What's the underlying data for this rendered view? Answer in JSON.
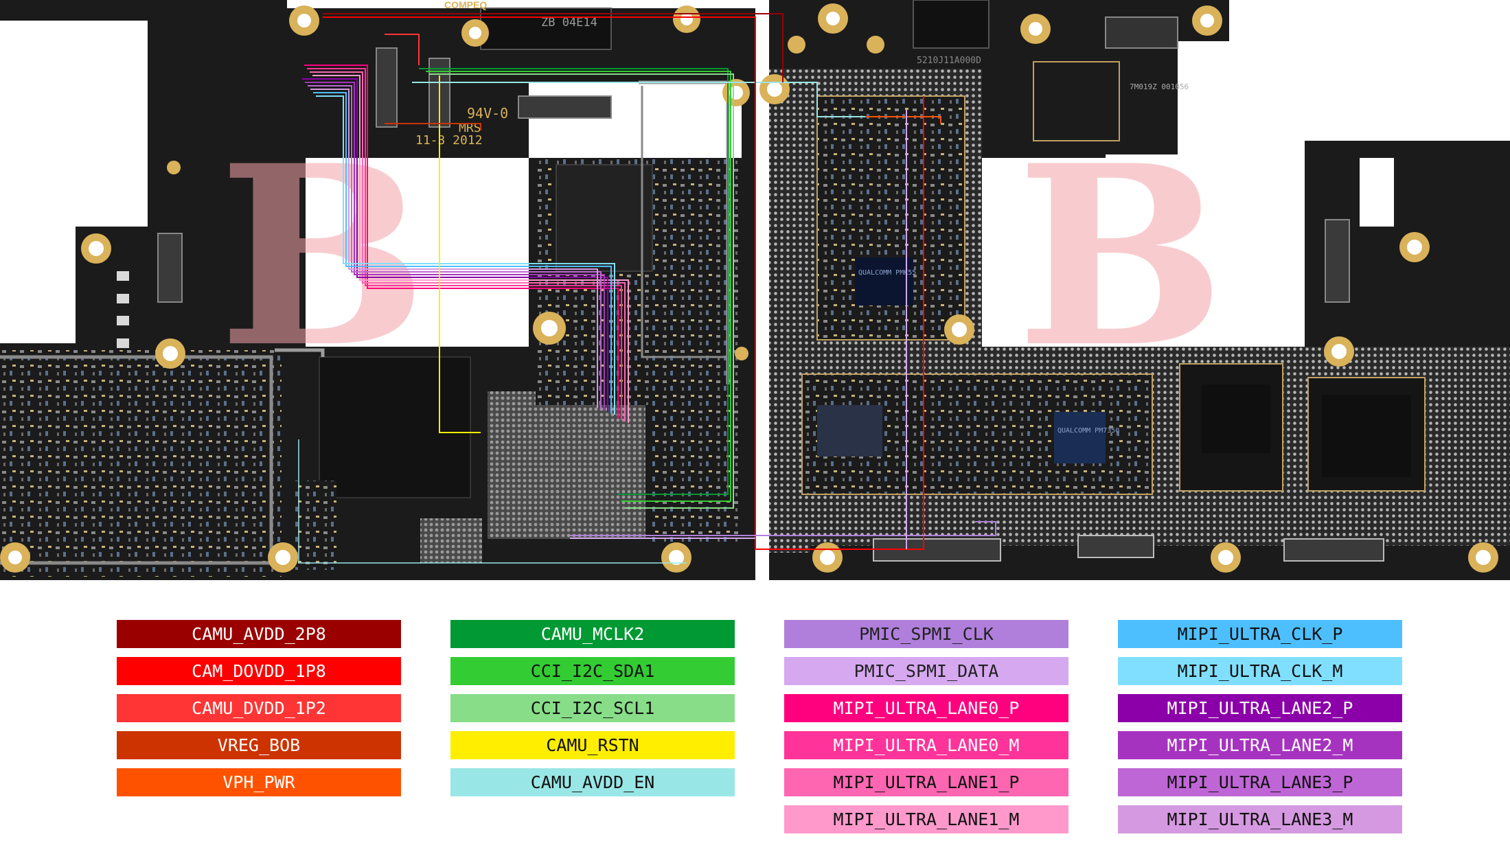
{
  "diagram": {
    "board_silkscreen": {
      "brand_mark": "COMPEQ",
      "chip_marking": "ZB 04E14",
      "rating": "94V-0",
      "mrs": "MRS",
      "date_code": "11-3 2012",
      "part_number": "5210J11A000D",
      "right_code": "7M019Z 001056",
      "ic_marking_1": "QUALCOMM PMK55",
      "ic_marking_2": "QUALCOMM PM7350"
    },
    "watermark_letters": [
      "B",
      "B"
    ],
    "colors": {
      "pcb": "#1b1b1b",
      "pcb_edge": "#3a3a3a",
      "gold": "#d9b25a",
      "silver": "#b8b8b8",
      "watermark": "#f4a3a8"
    },
    "legend": [
      [
        {
          "label": "CAMU_AVDD_2P8",
          "color": "#9b0000",
          "text_color": "#ffffff"
        },
        {
          "label": "CAM_DOVDD_1P8",
          "color": "#ff0000",
          "text_color": "#ffffff"
        },
        {
          "label": "CAMU_DVDD_1P2",
          "color": "#ff3535",
          "text_color": "#ffffff"
        },
        {
          "label": "VREG_BOB",
          "color": "#cc3300",
          "text_color": "#ffffff"
        },
        {
          "label": "VPH_PWR",
          "color": "#ff5200",
          "text_color": "#ffffff"
        }
      ],
      [
        {
          "label": "CAMU_MCLK2",
          "color": "#009933",
          "text_color": "#ffffff"
        },
        {
          "label": "CCI_I2C_SDA1",
          "color": "#33cc33",
          "text_color": "#111111"
        },
        {
          "label": "CCI_I2C_SCL1",
          "color": "#88dd88",
          "text_color": "#111111"
        },
        {
          "label": "CAMU_RSTN",
          "color": "#ffee00",
          "text_color": "#111111"
        },
        {
          "label": "CAMU_AVDD_EN",
          "color": "#99e6e6",
          "text_color": "#111111"
        }
      ],
      [
        {
          "label": "PMIC_SPMI_CLK",
          "color": "#b07fdc",
          "text_color": "#222222"
        },
        {
          "label": "PMIC_SPMI_DATA",
          "color": "#d6a8f0",
          "text_color": "#222222"
        },
        {
          "label": "MIPI_ULTRA_LANE0_P",
          "color": "#ff007f",
          "text_color": "#ffffff"
        },
        {
          "label": "MIPI_ULTRA_LANE0_M",
          "color": "#ff3399",
          "text_color": "#ffffff"
        },
        {
          "label": "MIPI_ULTRA_LANE1_P",
          "color": "#ff66b2",
          "text_color": "#111111"
        },
        {
          "label": "MIPI_ULTRA_LANE1_M",
          "color": "#ff99cc",
          "text_color": "#111111"
        }
      ],
      [
        {
          "label": "MIPI_ULTRA_CLK_P",
          "color": "#4dbfff",
          "text_color": "#111111"
        },
        {
          "label": "MIPI_ULTRA_CLK_M",
          "color": "#80dfff",
          "text_color": "#111111"
        },
        {
          "label": "MIPI_ULTRA_LANE2_P",
          "color": "#8b00a8",
          "text_color": "#ffffff"
        },
        {
          "label": "MIPI_ULTRA_LANE2_M",
          "color": "#a633bf",
          "text_color": "#ffffff"
        },
        {
          "label": "MIPI_ULTRA_LANE3_P",
          "color": "#bf66d6",
          "text_color": "#111111"
        },
        {
          "label": "MIPI_ULTRA_LANE3_M",
          "color": "#d499e0",
          "text_color": "#111111"
        }
      ]
    ]
  }
}
